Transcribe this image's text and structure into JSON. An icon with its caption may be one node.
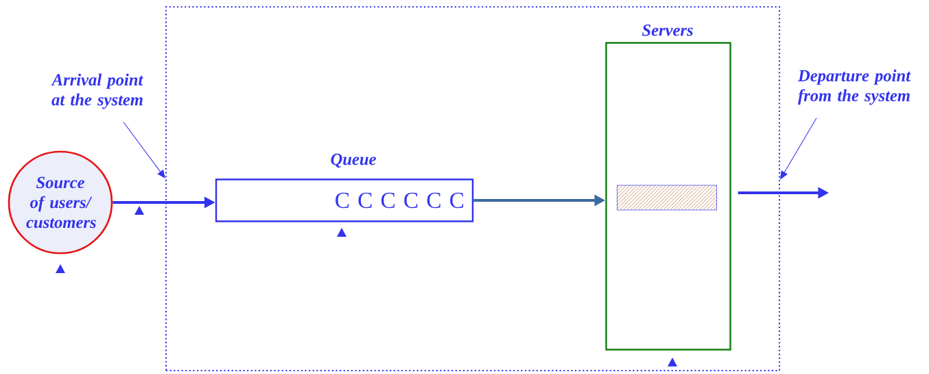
{
  "diagram": {
    "nodes": [
      {
        "text": [],
        "shape": "box"
      },
      {
        "text": [
          "Source of users/ customers"
        ]
      },
      {
        "text": [
          "Queue",
          "C C C C C C"
        ],
        "in": 0
      },
      {
        "text": [
          "Servers"
        ],
        "in": 0
      },
      {
        "text": [],
        "shape": "bar",
        "in": 3
      },
      {
        "text": [
          "Arrival point at the system"
        ]
      },
      {
        "text": [
          "Departure point from the system"
        ]
      }
    ],
    "edges": [
      {
        "from": 1,
        "to": 2,
        "arrow": "to"
      },
      {
        "from": 2,
        "to": 3,
        "arrow": "to",
        "color": "#3a6aa0"
      },
      {
        "from": 3,
        "to": null,
        "arrow": "to"
      },
      {
        "from": 5,
        "to": 0,
        "arrow": "to"
      },
      {
        "from": 6,
        "to": 0,
        "arrow": "to"
      }
    ]
  }
}
